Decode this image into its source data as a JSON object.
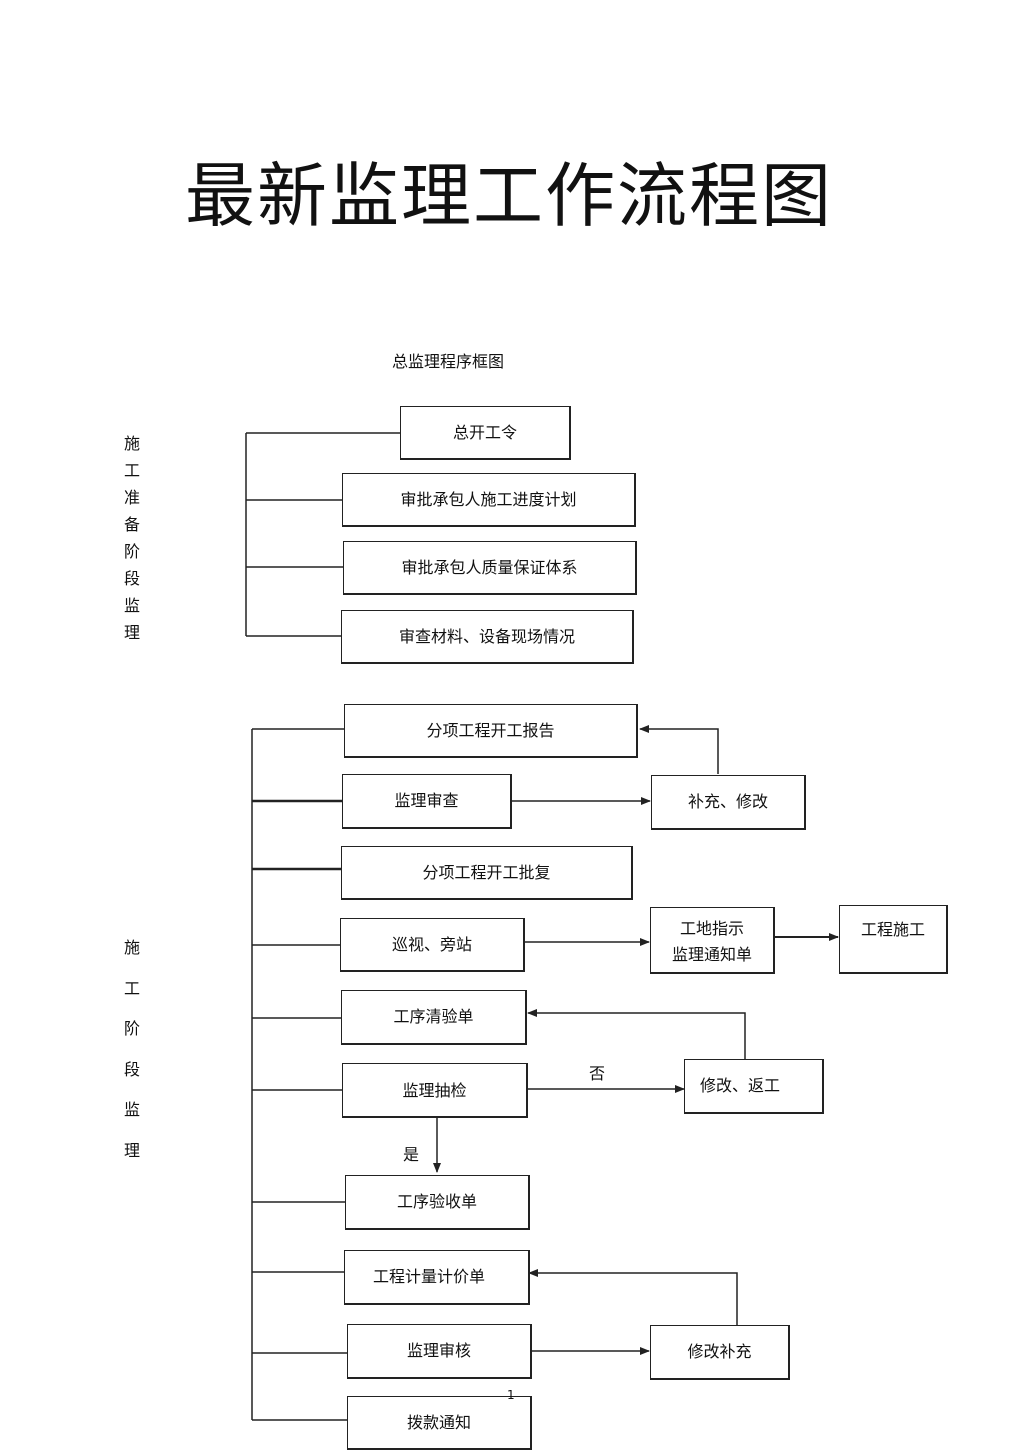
{
  "page_title": "最新监理工作流程图",
  "chart_title": "总监理程序框图",
  "stages": {
    "prep": [
      "施",
      "工",
      "准",
      "备",
      "阶",
      "段",
      "监",
      "理"
    ],
    "construction": [
      "施",
      "工",
      "阶",
      "段",
      "监",
      "理"
    ]
  },
  "boxes": {
    "b1": "总开工令",
    "b2": "审批承包人施工进度计划",
    "b3": "审批承包人质量保证体系",
    "b4": "审查材料、设备现场情况",
    "b5": "分项工程开工报告",
    "b6": "监理审查",
    "b7": "补充、修改",
    "b8": "分项工程开工批复",
    "b9": "巡视、旁站",
    "b10_line1": "工地指示",
    "b10_line2": "监理通知单",
    "b11": "工程施工",
    "b12": "工序清验单",
    "b13": "监理抽检",
    "b14": "修改、返工",
    "b15": "工序验收单",
    "b16": "工程计量计价单",
    "b17": "监理审核",
    "b18": "修改补充",
    "b19": "拨款通知"
  },
  "labels": {
    "no": "否",
    "yes": "是"
  },
  "page_number": "1"
}
